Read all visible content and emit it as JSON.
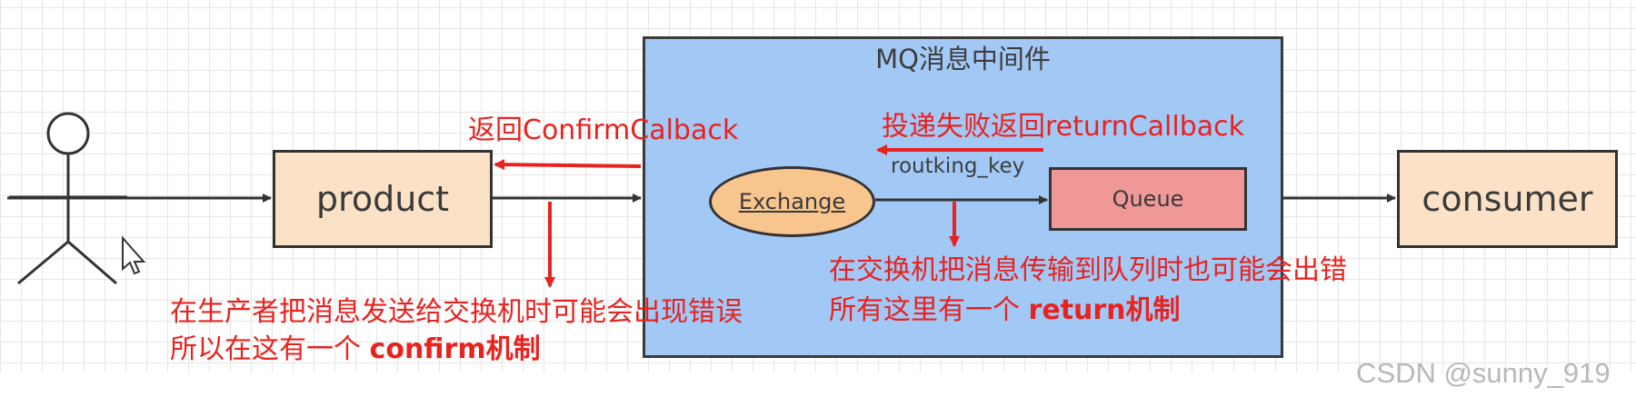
{
  "diagram": {
    "mq_title": "MQ消息中间件",
    "nodes": {
      "product": "product",
      "consumer": "consumer",
      "exchange": "Exchange",
      "queue": "Queue"
    },
    "edge_labels": {
      "routing_key": "routking_key"
    },
    "annotations": {
      "confirm_callback": "返回ConfirmCalback",
      "return_callback": "投递失败返回returnCallback",
      "producer_error_line1": "在生产者把消息发送给交换机时可能会出现错误",
      "producer_error_line2_prefix": "所以在这有一个",
      "producer_error_line2_strong": "confirm机制",
      "queue_error_line1": "在交换机把消息传输到队列时也可能会出错",
      "queue_error_line2_prefix": "所有这里有一个",
      "queue_error_line2_strong": "return机制"
    }
  },
  "watermark": "CSDN @sunny_919",
  "colors": {
    "mq_background": "#a2c8f6",
    "node_fill": "#fbe2c6",
    "exchange_fill": "#f8c58e",
    "queue_fill": "#ef9897",
    "annotation_red": "#e8231f",
    "edge_dark": "#333333"
  }
}
